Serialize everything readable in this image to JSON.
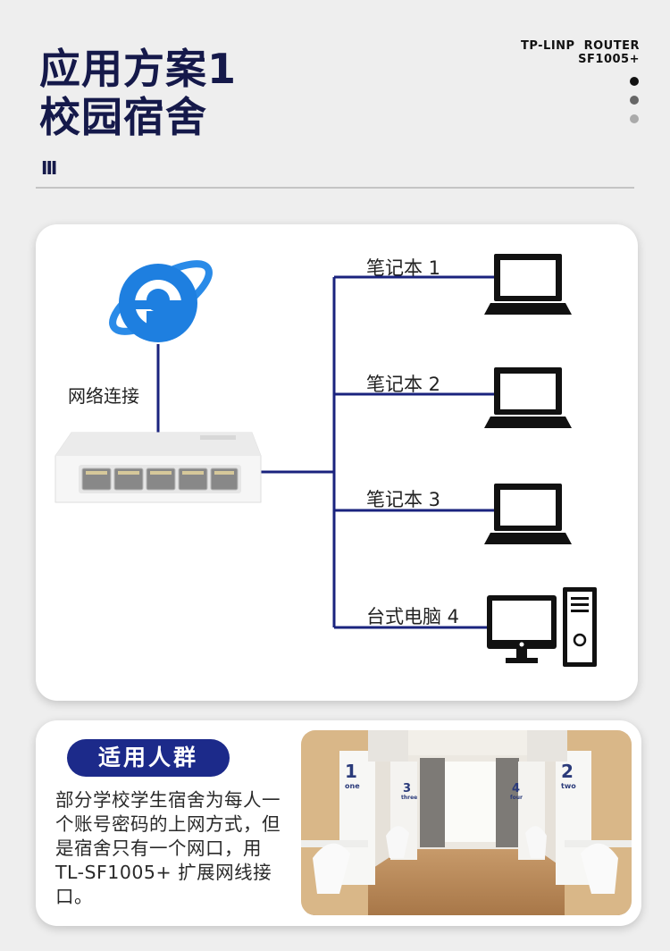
{
  "header": {
    "title_line1": "应用方案1",
    "title_line2": "校园宿舍",
    "title_mark": "III",
    "brand_line1": "TP-LINP  ROUTER",
    "brand_line2": "SF1005+"
  },
  "diagram": {
    "network_label": "网络连接",
    "devices": [
      {
        "label": "笔记本 1",
        "icon": "laptop-icon"
      },
      {
        "label": "笔记本 2",
        "icon": "laptop-icon"
      },
      {
        "label": "笔记本 3",
        "icon": "laptop-icon"
      },
      {
        "label": "台式电脑 4",
        "icon": "desktop-computer-icon"
      }
    ],
    "internet_icon": "ie-browser-icon",
    "switch_icon": "network-switch-icon"
  },
  "audience": {
    "pill_label": "适用人群",
    "description": "部分学校学生宿舍为每人一个账号密码的上网方式，但是宿舍只有一个网口，用 TL-SF1005+ 扩展网线接口。",
    "room_numbers": [
      "1",
      "3",
      "4",
      "2"
    ],
    "room_words": [
      "one",
      "three",
      "four",
      "two"
    ]
  },
  "colors": {
    "navy": "#15194a",
    "line": "#1a237e",
    "pill": "#1c2a8a",
    "ie_blue": "#1e7fe0"
  }
}
